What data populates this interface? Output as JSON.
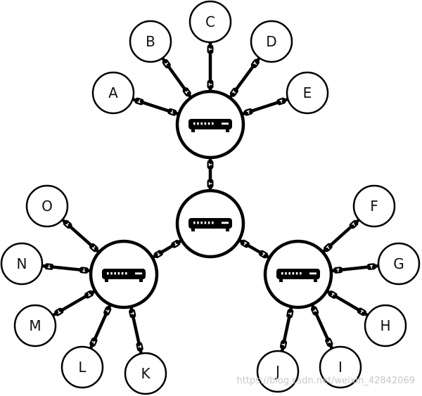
{
  "diagram": {
    "hub_icon": "network-switch-icon",
    "connector_icon": "cable-connector-icon",
    "hubs": [
      {
        "id": "top-hub"
      },
      {
        "id": "center-hub"
      },
      {
        "id": "left-hub"
      },
      {
        "id": "right-hub"
      }
    ],
    "nodes": [
      {
        "label": "A",
        "hub": "top-hub"
      },
      {
        "label": "B",
        "hub": "top-hub"
      },
      {
        "label": "C",
        "hub": "top-hub"
      },
      {
        "label": "D",
        "hub": "top-hub"
      },
      {
        "label": "E",
        "hub": "top-hub"
      },
      {
        "label": "F",
        "hub": "right-hub"
      },
      {
        "label": "G",
        "hub": "right-hub"
      },
      {
        "label": "H",
        "hub": "right-hub"
      },
      {
        "label": "I",
        "hub": "right-hub"
      },
      {
        "label": "J",
        "hub": "right-hub"
      },
      {
        "label": "K",
        "hub": "left-hub"
      },
      {
        "label": "L",
        "hub": "left-hub"
      },
      {
        "label": "M",
        "hub": "left-hub"
      },
      {
        "label": "N",
        "hub": "left-hub"
      },
      {
        "label": "O",
        "hub": "left-hub"
      }
    ],
    "hub_links": [
      [
        "center-hub",
        "top-hub"
      ],
      [
        "center-hub",
        "left-hub"
      ],
      [
        "center-hub",
        "right-hub"
      ]
    ]
  },
  "watermark": "https://blog.csdn.net/weixin_42842069",
  "colors": {
    "stroke": "#000000",
    "fill": "#ffffff",
    "watermark": "#c9c9c9"
  }
}
